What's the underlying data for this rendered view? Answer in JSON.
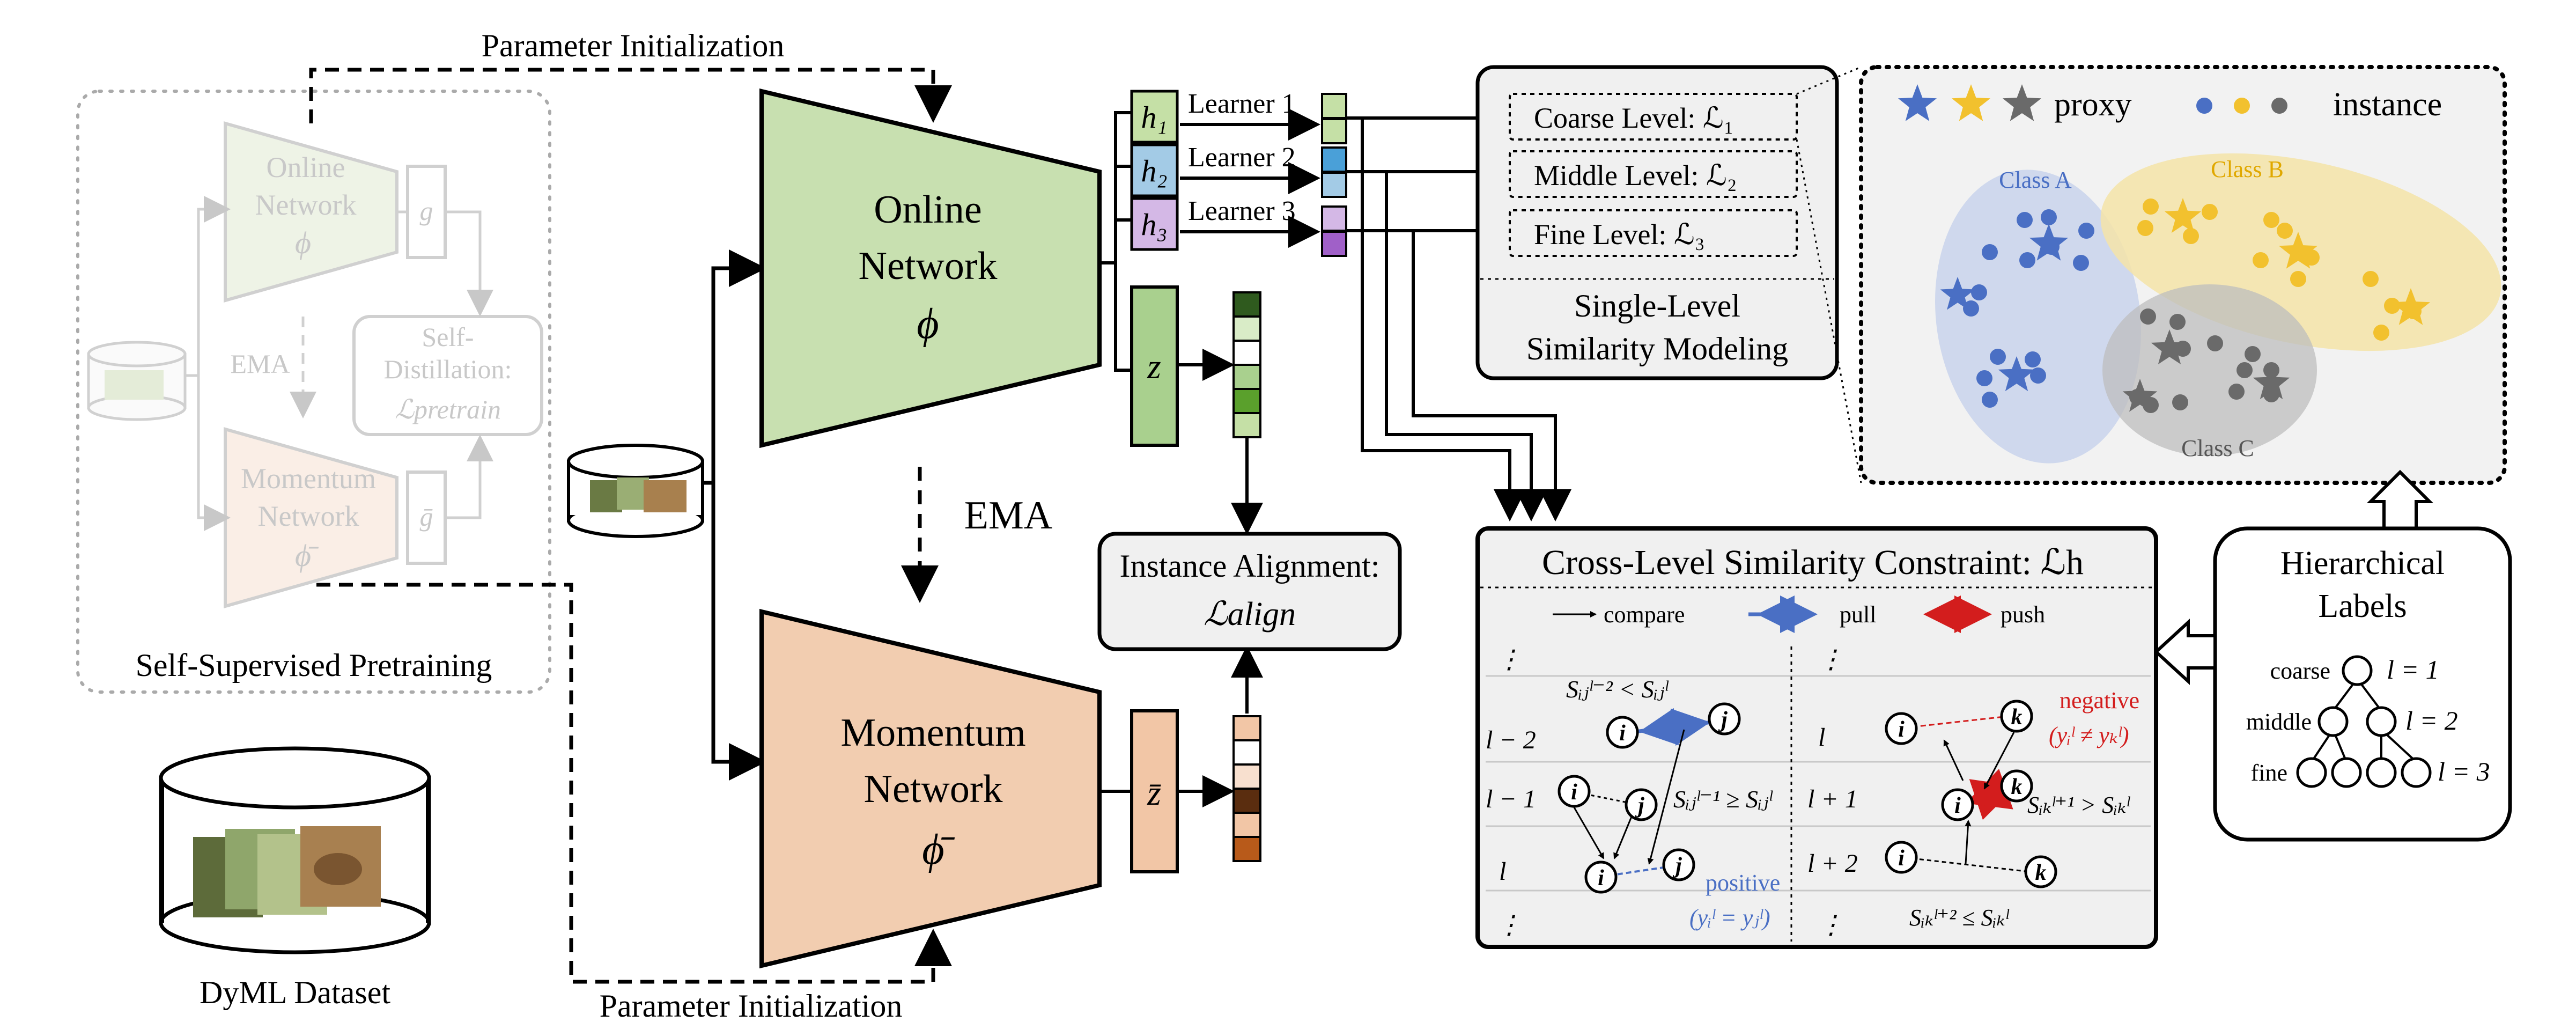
{
  "pretrain": {
    "title": "Self-Supervised Pretraining",
    "online": "Online",
    "network": "Network",
    "phi": "ϕ",
    "g": "g",
    "ema": "EMA",
    "distill_1": "Self-",
    "distill_2": "Distillation:",
    "distill_loss": "ℒpretrain",
    "momentum": "Momentum",
    "phi_bar": "ϕ̄",
    "g_bar": "ḡ"
  },
  "param_init_top": "Parameter Initialization",
  "param_init_bottom": "Parameter Initialization",
  "dataset_label": "DyML Dataset",
  "online_net": {
    "line1": "Online",
    "line2": "Network",
    "symbol": "ϕ"
  },
  "momentum_net": {
    "line1": "Momentum",
    "line2": "Network",
    "symbol": "ϕ̄"
  },
  "ema_label": "EMA",
  "heads": [
    {
      "symbol": "h₁",
      "learner": "Learner 1",
      "color": "#c5e0a6"
    },
    {
      "symbol": "h₂",
      "learner": "Learner 2",
      "color": "#a3cbe6"
    },
    {
      "symbol": "h₃",
      "learner": "Learner 3",
      "color": "#d4b8e6"
    }
  ],
  "z_label": "z",
  "zbar_label": "z̄",
  "alignment": {
    "line1": "Instance Alignment:",
    "loss": "ℒalign"
  },
  "single_level": {
    "coarse": "Coarse Level: ℒ₁",
    "middle": "Middle Level: ℒ₂",
    "fine": "Fine Level: ℒ₃",
    "title1": "Single-Level",
    "title2": "Similarity Modeling"
  },
  "proxy_box": {
    "proxy": "proxy",
    "instance": "instance",
    "class_a": "Class A",
    "class_b": "Class B",
    "class_c": "Class C"
  },
  "cross_level": {
    "title": "Cross-Level Similarity Constraint: ℒh",
    "legend_compare": "compare",
    "legend_pull": "pull",
    "legend_push": "push",
    "left_rows": [
      "⋮",
      "l − 2",
      "l − 1",
      "l",
      "⋮"
    ],
    "right_rows": [
      "⋮",
      "l",
      "l + 1",
      "l + 2",
      "⋮"
    ],
    "node_i": "i",
    "node_j": "j",
    "node_k": "k",
    "eq1": "Sᵢⱼˡ⁻² < Sᵢⱼˡ",
    "eq2": "Sᵢⱼˡ⁻¹ ≥ Sᵢⱼˡ",
    "positive": "positive",
    "positive_cond": "(yᵢˡ = yⱼˡ)",
    "negative": "negative",
    "negative_cond": "(yᵢˡ ≠ yₖˡ)",
    "eq3": "Sᵢₖˡ⁺¹ > Sᵢₖˡ",
    "eq4": "Sᵢₖˡ⁺² ≤ Sᵢₖˡ"
  },
  "hier": {
    "title1": "Hierarchical",
    "title2": "Labels",
    "coarse": "coarse",
    "middle": "middle",
    "fine": "fine",
    "l1": "l = 1",
    "l2": "l = 2",
    "l3": "l = 3"
  },
  "colors": {
    "online_fill": "#c8e0b0",
    "momentum_fill": "#f2cdb0",
    "ghost_stroke": "#cccccc",
    "blue": "#4a6fc4",
    "yellow": "#f2c12e",
    "gray": "#6a6a6a",
    "push_red": "#d31d1d",
    "negative_red": "#d31d1d",
    "positive_blue": "#4a6fc4"
  }
}
